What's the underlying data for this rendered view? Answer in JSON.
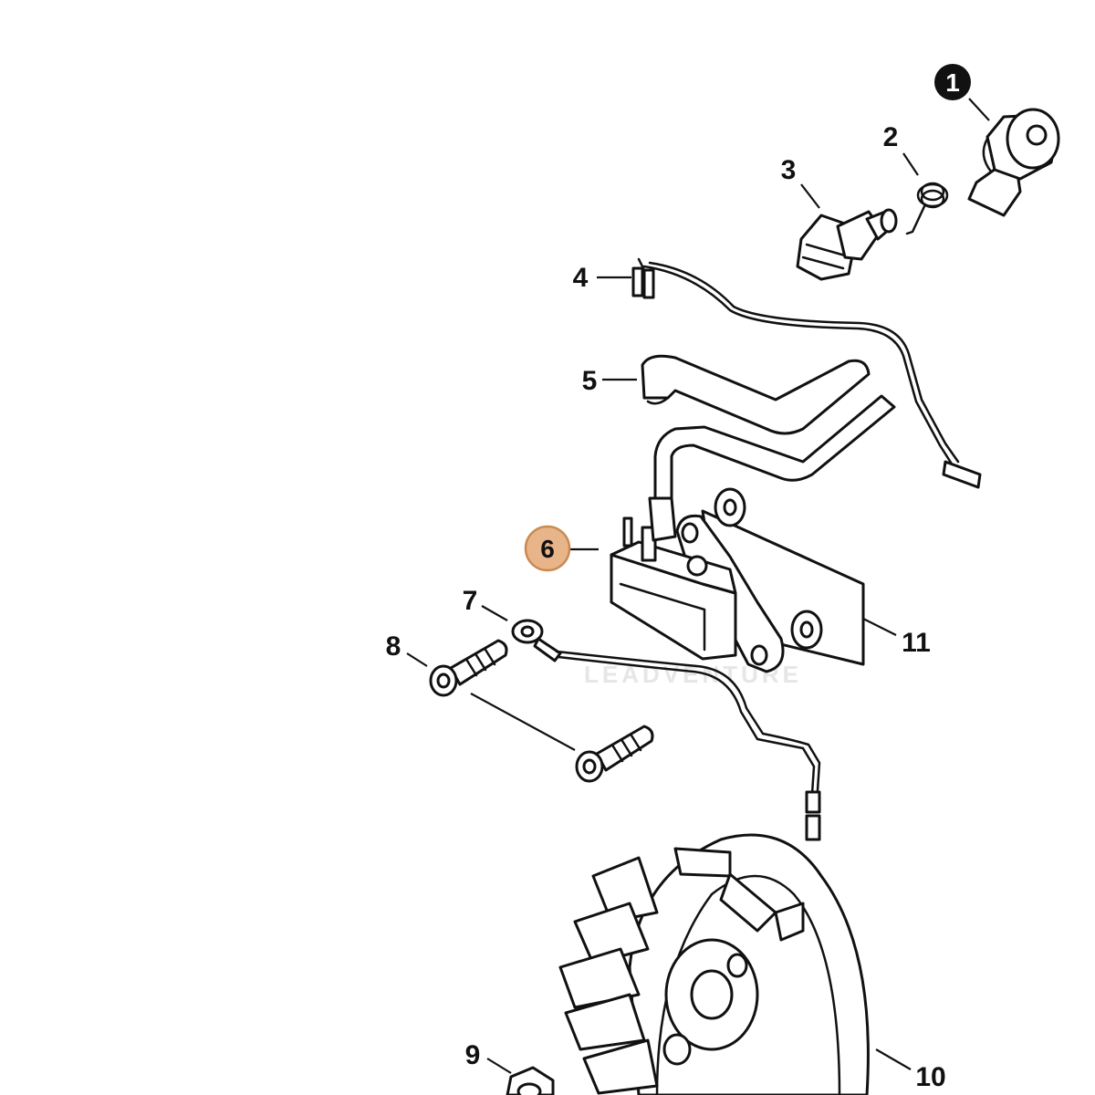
{
  "callouts": [
    {
      "id": "1",
      "text": "1",
      "style": "filled"
    },
    {
      "id": "2",
      "text": "2",
      "style": "plain"
    },
    {
      "id": "3",
      "text": "3",
      "style": "plain"
    },
    {
      "id": "4",
      "text": "4",
      "style": "plain"
    },
    {
      "id": "5",
      "text": "5",
      "style": "plain"
    },
    {
      "id": "6",
      "text": "6",
      "style": "highlighted"
    },
    {
      "id": "7",
      "text": "7",
      "style": "plain"
    },
    {
      "id": "8",
      "text": "8",
      "style": "plain"
    },
    {
      "id": "9",
      "text": "9",
      "style": "plain"
    },
    {
      "id": "10",
      "text": "10",
      "style": "plain"
    },
    {
      "id": "11",
      "text": "11",
      "style": "plain"
    }
  ],
  "colors": {
    "line": "#111111",
    "highlight_fill": "#e8b48a",
    "highlight_stroke": "#c98a52",
    "filled_badge": "#111111",
    "background": "#ffffff",
    "watermark": "#e6e6e6"
  },
  "watermark": {
    "text": "LEADVENTURE"
  }
}
